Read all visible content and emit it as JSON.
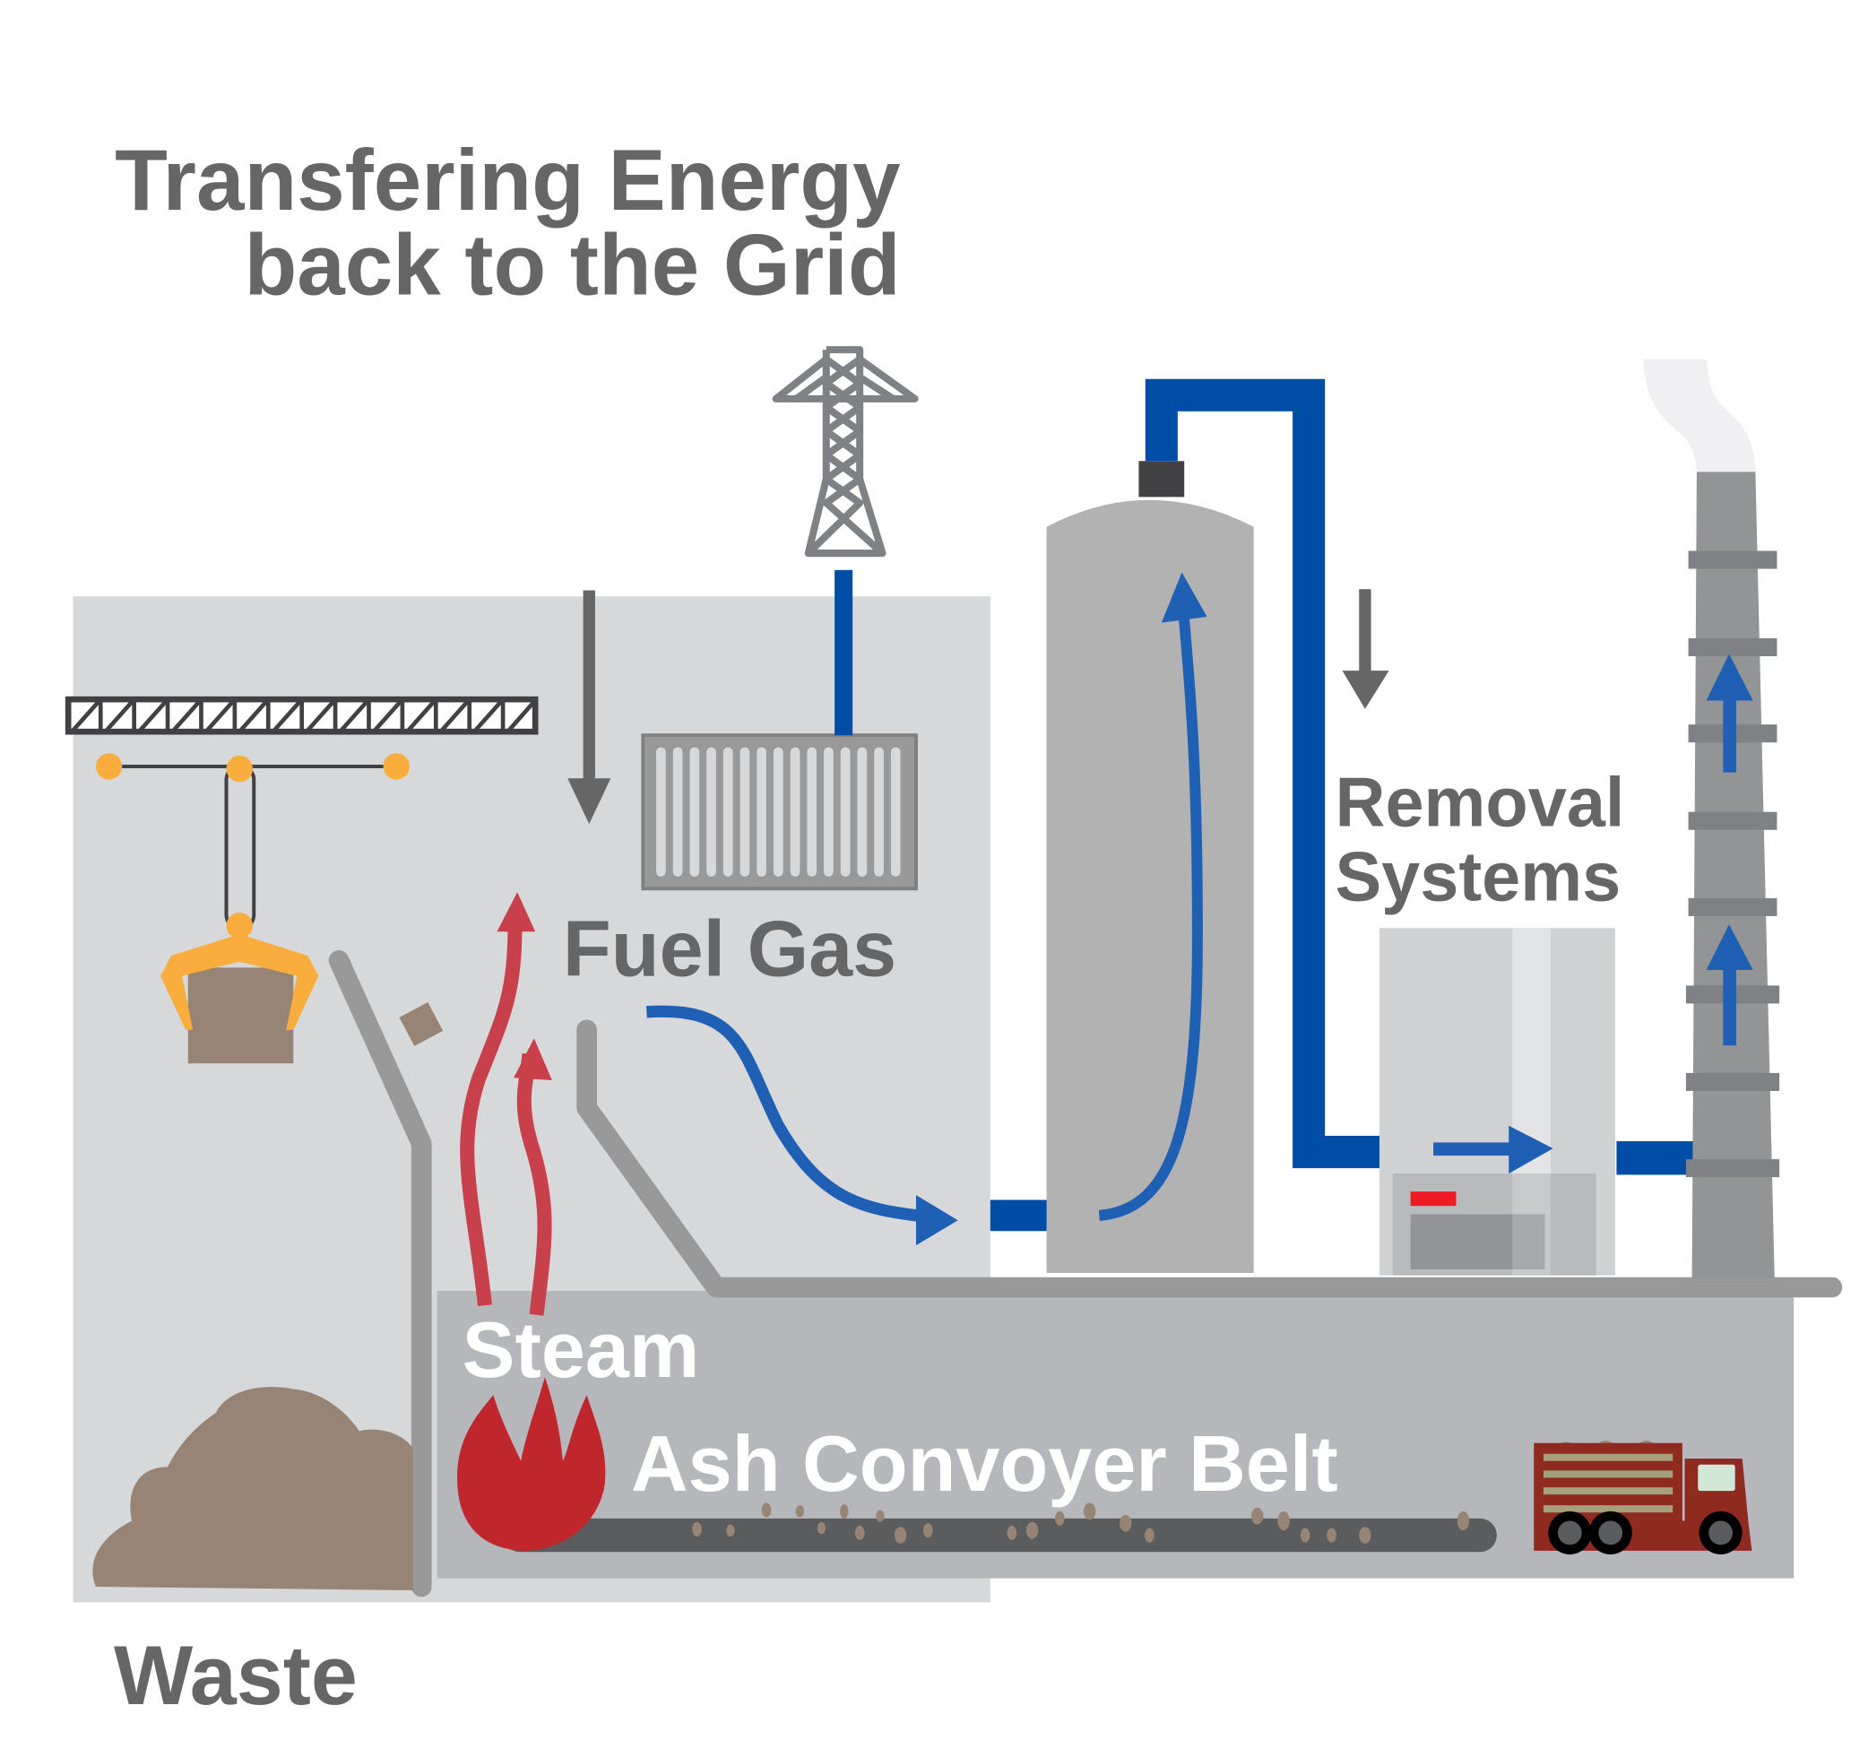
{
  "title": {
    "line1": "Transfering Energy",
    "line2": "back to the Grid"
  },
  "labels": {
    "fuel_gas": "Fuel Gas",
    "removal_line1": "Removal",
    "removal_line2": "Systems",
    "steam": "Steam",
    "ash_conveyor": "Ash Convoyer Belt",
    "waste": "Waste"
  },
  "colors": {
    "text_dark": "#666666",
    "text_light": "#ffffff",
    "building": "#d7d8da",
    "base": "#b6b7ba",
    "pipe_blue": "#004da8",
    "flow_blue": "#2060b4",
    "steam_red": "#c8414a",
    "fire_red": "#c0272d",
    "crane_orange": "#f8ad3d",
    "waste_brown": "#978475",
    "truck_red": "#8e2a20",
    "gray_dark": "#414143",
    "gray_mid": "#999999",
    "tank": "#b2b2b2",
    "chimney": "#939496",
    "chimney_band": "#808184",
    "smoke": "#f0f0f2"
  },
  "components": [
    {
      "id": "crane",
      "icon": "crane-icon"
    },
    {
      "id": "transmission-tower",
      "icon": "power-pylon-icon"
    },
    {
      "id": "heat-exchanger",
      "icon": "radiator-icon"
    },
    {
      "id": "boiler-tank",
      "icon": "tank-icon"
    },
    {
      "id": "removal-unit",
      "icon": "filter-unit-icon"
    },
    {
      "id": "chimney",
      "icon": "smokestack-icon"
    },
    {
      "id": "ash-truck",
      "icon": "truck-icon"
    },
    {
      "id": "fire",
      "icon": "flame-icon"
    },
    {
      "id": "waste-pile",
      "icon": "waste-pile-icon"
    }
  ]
}
